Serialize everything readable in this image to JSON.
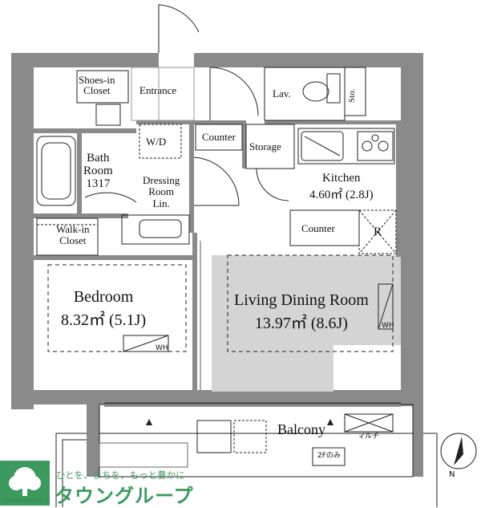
{
  "rooms": {
    "shoes_in_closet": [
      "Shoes-in",
      "Closet"
    ],
    "entrance": "Entrance",
    "lav": "Lav.",
    "sto": "Sto.",
    "wd": "W/D",
    "counter_top": "Counter",
    "storage": "Storage",
    "bath_room": [
      "Bath",
      "Room",
      "1317"
    ],
    "dressing_room": [
      "Dressing",
      "Room",
      "Lin."
    ],
    "kitchen": [
      "Kitchen",
      "4.60㎡ (2.8J)"
    ],
    "counter_kitchen": "Counter",
    "refrigerator": "R",
    "walk_in_closet": [
      "Walk-in",
      "Closet"
    ],
    "bedroom": [
      "Bedroom",
      "8.32㎡ (5.1J)"
    ],
    "living_dining": [
      "Living Dining Room",
      "13.97㎡ (8.6J)"
    ],
    "wh": "WH",
    "balcony": "Balcony",
    "multi": "マルチ",
    "second_floor_only": "2Fのみ"
  },
  "compass": {
    "label": "N"
  },
  "logo": {
    "tagline": "ひとを、まちを、もっと豊かに",
    "name": "タウングループ",
    "sub": "TOWN GROUP"
  },
  "colors": {
    "wall": "#8a8a8a",
    "living_fill": "#d4d4d4",
    "logo_green": "#3c9a5f"
  }
}
